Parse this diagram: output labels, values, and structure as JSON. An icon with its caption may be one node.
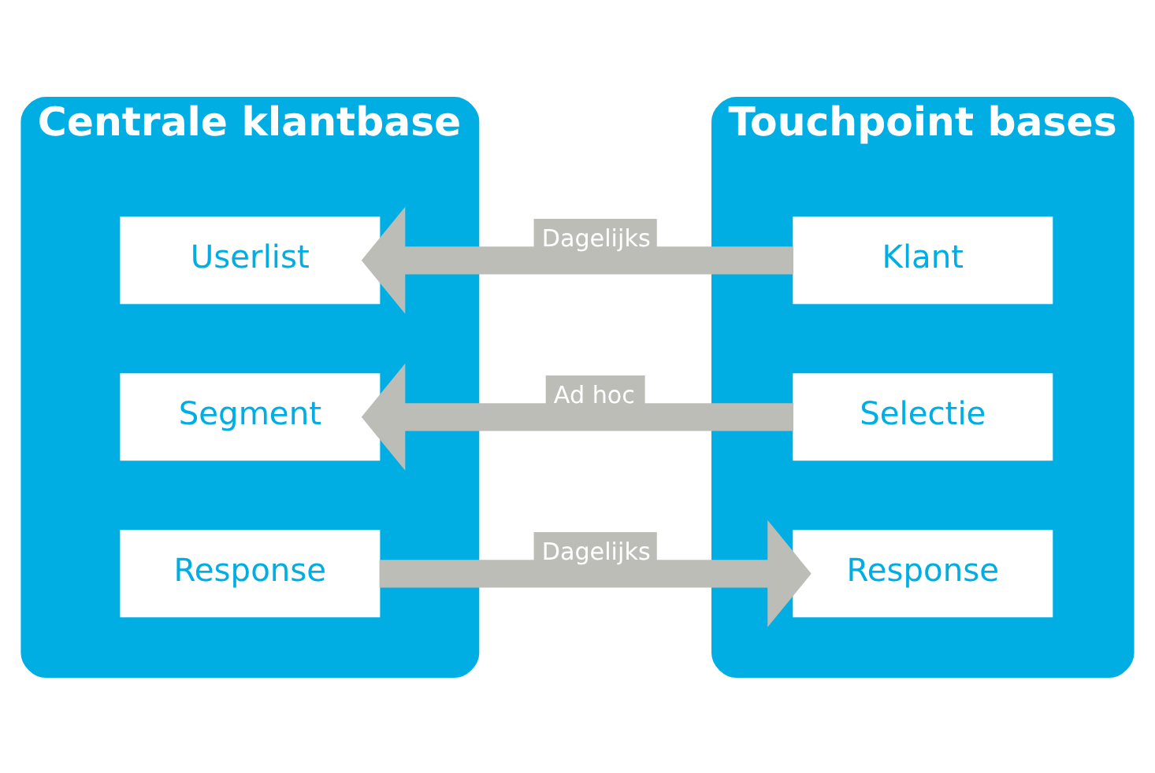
{
  "diagram": {
    "nodes": [
      {
        "text": [
          "Centrale klantbase"
        ]
      },
      {
        "text": [
          "Userlist"
        ],
        "in": 0
      },
      {
        "text": [
          "Segment"
        ],
        "in": 0
      },
      {
        "text": [
          "Response"
        ],
        "in": 0
      },
      {
        "text": [
          "Touchpoint bases"
        ]
      },
      {
        "text": [
          "Klant"
        ],
        "in": 4
      },
      {
        "text": [
          "Selectie"
        ],
        "in": 4
      },
      {
        "text": [
          "Response"
        ],
        "in": 4
      }
    ],
    "edges": [
      {
        "from": 5,
        "to": 1,
        "arrow": "to",
        "label": "Dagelijks"
      },
      {
        "from": 6,
        "to": 2,
        "arrow": "to",
        "label": "Ad hoc"
      },
      {
        "from": 3,
        "to": 7,
        "arrow": "to",
        "label": "Dagelijks"
      }
    ]
  }
}
